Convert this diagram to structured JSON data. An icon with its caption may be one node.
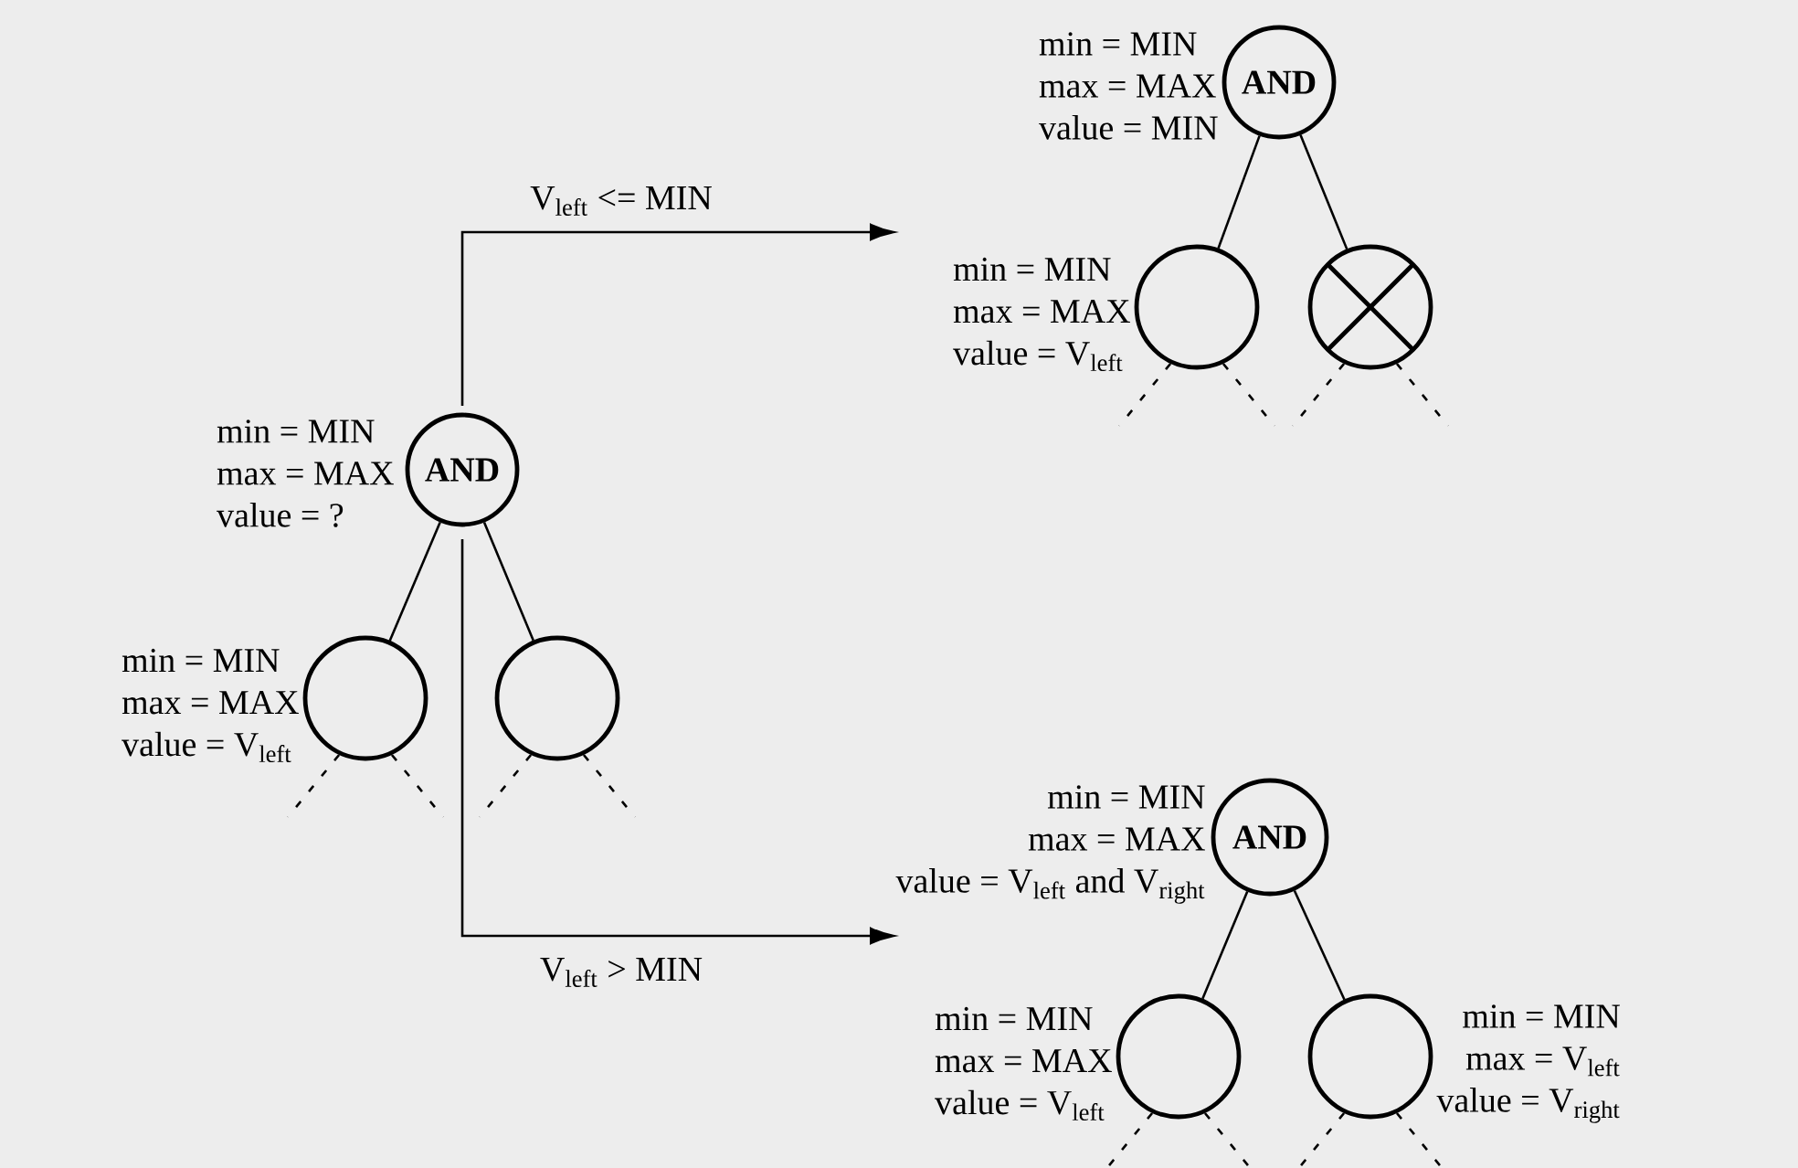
{
  "diagram": {
    "nodes": [
      {
        "text": [
          "AND"
        ],
        "beside": [
          "min = MIN",
          "max = MAX",
          "value = ?"
        ]
      },
      {
        "text": [],
        "shape": "circle",
        "beside": [
          "min = MIN",
          "max = MAX",
          "value = V$_{left}$"
        ]
      },
      {
        "text": [],
        "shape": "circle"
      },
      {
        "text": [
          "AND"
        ],
        "beside": [
          "min = MIN",
          "max = MAX",
          "value = MIN"
        ]
      },
      {
        "text": [],
        "shape": "circle",
        "beside": [
          "min = MIN",
          "max = MAX",
          "value = V$_{left}$"
        ]
      },
      {
        "text": [],
        "shape": "cross"
      },
      {
        "text": [
          "AND"
        ],
        "beside": [
          "min = MIN",
          "max = MAX",
          "value = V$_{left}$ and V$_{right}$"
        ]
      },
      {
        "text": [],
        "shape": "circle",
        "beside": [
          "min = MIN",
          "max = MAX",
          "value = V$_{left}$"
        ]
      },
      {
        "text": [],
        "shape": "circle",
        "beside": [
          "min = MIN",
          "max = V$_{left}$",
          "value = V$_{right}$"
        ]
      }
    ],
    "edges": [
      {
        "from": 0,
        "to": 1,
        "arrow": "none"
      },
      {
        "from": 0,
        "to": 2,
        "arrow": "none"
      },
      {
        "from": 3,
        "to": 4,
        "arrow": "none"
      },
      {
        "from": 3,
        "to": 5,
        "arrow": "none"
      },
      {
        "from": 6,
        "to": 7,
        "arrow": "none"
      },
      {
        "from": 6,
        "to": 8,
        "arrow": "none"
      },
      {
        "from": 0,
        "to": null,
        "arrow": "to",
        "label": "V$_{left}$ <= MIN"
      },
      {
        "from": 0,
        "to": null,
        "arrow": "to",
        "label": "V$_{left}$ > MIN"
      },
      {
        "from": 1,
        "to": null,
        "arrow": "none",
        "style": "dashed"
      },
      {
        "from": 1,
        "to": null,
        "arrow": "none",
        "style": "dashed"
      },
      {
        "from": 2,
        "to": null,
        "arrow": "none",
        "style": "dashed"
      },
      {
        "from": 2,
        "to": null,
        "arrow": "none",
        "style": "dashed"
      },
      {
        "from": 4,
        "to": null,
        "arrow": "none",
        "style": "dashed"
      },
      {
        "from": 4,
        "to": null,
        "arrow": "none",
        "style": "dashed"
      },
      {
        "from": 5,
        "to": null,
        "arrow": "none",
        "style": "dashed"
      },
      {
        "from": 5,
        "to": null,
        "arrow": "none",
        "style": "dashed"
      },
      {
        "from": 7,
        "to": null,
        "arrow": "none",
        "style": "dashed"
      },
      {
        "from": 7,
        "to": null,
        "arrow": "none",
        "style": "dashed"
      },
      {
        "from": 8,
        "to": null,
        "arrow": "none",
        "style": "dashed"
      },
      {
        "from": 8,
        "to": null,
        "arrow": "none",
        "style": "dashed"
      }
    ]
  }
}
